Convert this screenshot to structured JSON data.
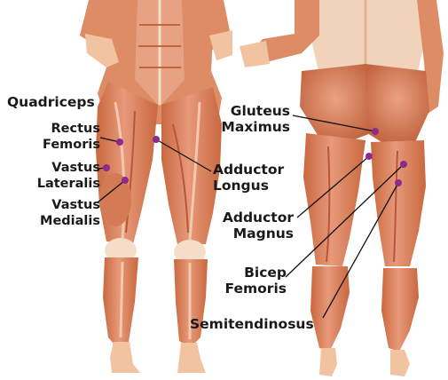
{
  "colors": {
    "skin": "#f1c3a1",
    "muscle": "#dd8c66",
    "muscle_dark": "#c3643f",
    "tendon": "#f6ddc8",
    "marker": "#8e2a8e",
    "line": "#111111",
    "label": "#1a1a1a"
  },
  "labels": {
    "quadriceps": "Quadriceps",
    "rectus_femoris": "Rectus\nFemoris",
    "vastus_lateralis": "Vastus\nLateralis",
    "vastus_medialis": "Vastus\nMedialis",
    "adductor_longus": "Adductor\nLongus",
    "gluteus_maximus": "Gluteus\nMaximus",
    "adductor_magnus": "Adductor\nMagnus",
    "bicep_femoris": "Bicep\nFemoris",
    "semitendinosus": "Semitendinosus"
  }
}
